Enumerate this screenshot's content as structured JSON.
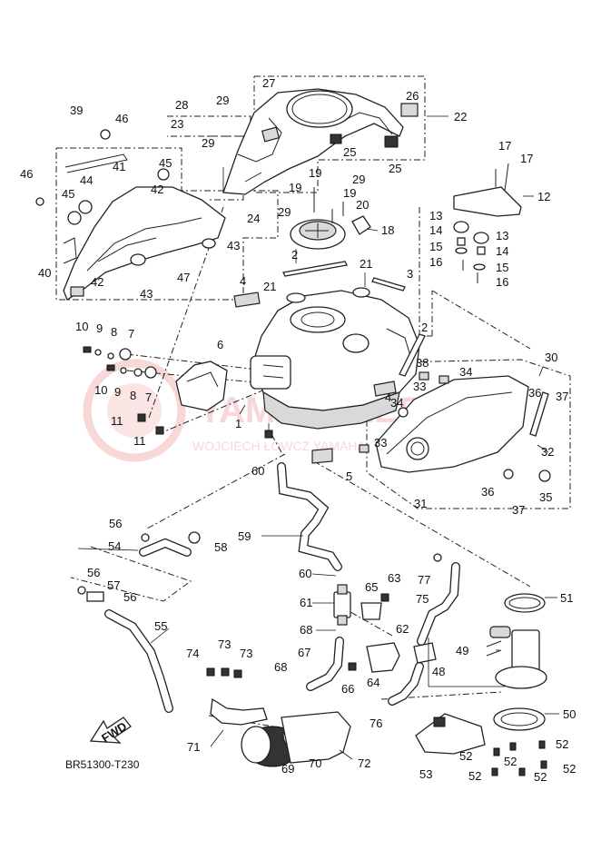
{
  "diagram_code": "BR51300-T230",
  "direction_label": "FWD",
  "watermark": {
    "line1": "YAMASKLEP",
    "line2": "WOJCIECH ŁOWCZ YAMAHA"
  },
  "part_labels": [
    {
      "id": "1"
    },
    {
      "id": "2"
    },
    {
      "id": "2"
    },
    {
      "id": "3"
    },
    {
      "id": "4"
    },
    {
      "id": "4"
    },
    {
      "id": "5"
    },
    {
      "id": "6"
    },
    {
      "id": "7"
    },
    {
      "id": "7"
    },
    {
      "id": "8"
    },
    {
      "id": "8"
    },
    {
      "id": "9"
    },
    {
      "id": "9"
    },
    {
      "id": "10"
    },
    {
      "id": "10"
    },
    {
      "id": "11"
    },
    {
      "id": "11"
    },
    {
      "id": "12"
    },
    {
      "id": "13"
    },
    {
      "id": "13"
    },
    {
      "id": "14"
    },
    {
      "id": "14"
    },
    {
      "id": "15"
    },
    {
      "id": "15"
    },
    {
      "id": "16"
    },
    {
      "id": "16"
    },
    {
      "id": "17"
    },
    {
      "id": "17"
    },
    {
      "id": "18"
    },
    {
      "id": "19"
    },
    {
      "id": "19"
    },
    {
      "id": "19"
    },
    {
      "id": "20"
    },
    {
      "id": "21"
    },
    {
      "id": "21"
    },
    {
      "id": "22"
    },
    {
      "id": "23"
    },
    {
      "id": "24"
    },
    {
      "id": "25"
    },
    {
      "id": "25"
    },
    {
      "id": "26"
    },
    {
      "id": "27"
    },
    {
      "id": "28"
    },
    {
      "id": "29"
    },
    {
      "id": "29"
    },
    {
      "id": "29"
    },
    {
      "id": "29"
    },
    {
      "id": "30"
    },
    {
      "id": "31"
    },
    {
      "id": "32"
    },
    {
      "id": "33"
    },
    {
      "id": "33"
    },
    {
      "id": "34"
    },
    {
      "id": "34"
    },
    {
      "id": "35"
    },
    {
      "id": "36"
    },
    {
      "id": "36"
    },
    {
      "id": "37"
    },
    {
      "id": "37"
    },
    {
      "id": "38"
    },
    {
      "id": "39"
    },
    {
      "id": "40"
    },
    {
      "id": "41"
    },
    {
      "id": "42"
    },
    {
      "id": "42"
    },
    {
      "id": "43"
    },
    {
      "id": "43"
    },
    {
      "id": "44"
    },
    {
      "id": "45"
    },
    {
      "id": "45"
    },
    {
      "id": "46"
    },
    {
      "id": "46"
    },
    {
      "id": "47"
    },
    {
      "id": "48"
    },
    {
      "id": "49"
    },
    {
      "id": "50"
    },
    {
      "id": "51"
    },
    {
      "id": "52"
    },
    {
      "id": "52"
    },
    {
      "id": "52"
    },
    {
      "id": "52"
    },
    {
      "id": "52"
    },
    {
      "id": "52"
    },
    {
      "id": "53"
    },
    {
      "id": "54"
    },
    {
      "id": "55"
    },
    {
      "id": "56"
    },
    {
      "id": "56"
    },
    {
      "id": "56"
    },
    {
      "id": "57"
    },
    {
      "id": "58"
    },
    {
      "id": "59"
    },
    {
      "id": "60"
    },
    {
      "id": "60"
    },
    {
      "id": "61"
    },
    {
      "id": "62"
    },
    {
      "id": "63"
    },
    {
      "id": "64"
    },
    {
      "id": "65"
    },
    {
      "id": "66"
    },
    {
      "id": "67"
    },
    {
      "id": "68"
    },
    {
      "id": "68"
    },
    {
      "id": "69"
    },
    {
      "id": "70"
    },
    {
      "id": "71"
    },
    {
      "id": "72"
    },
    {
      "id": "73"
    },
    {
      "id": "73"
    },
    {
      "id": "74"
    },
    {
      "id": "75"
    },
    {
      "id": "76"
    },
    {
      "id": "77"
    }
  ]
}
